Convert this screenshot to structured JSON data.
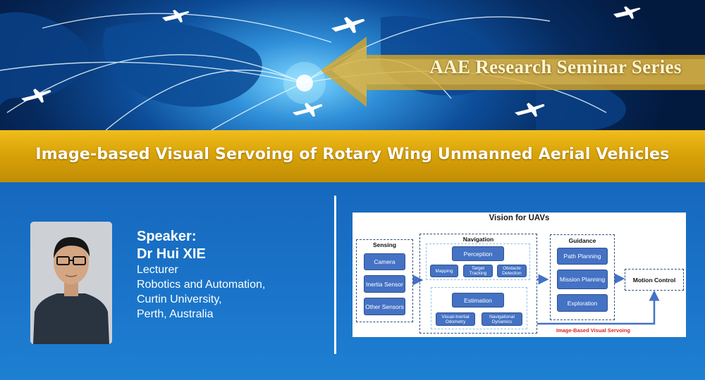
{
  "banner": {
    "series_title": "AAE Research Seminar Series",
    "colors": {
      "globe_glow": "#7fd8ff",
      "deep_blue": "#062a5e",
      "gold_arrow": "#d4a52a"
    }
  },
  "talk": {
    "title": "Image-based Visual Servoing of Rotary Wing Unmanned Aerial Vehicles",
    "band_color": "#d9a308"
  },
  "speaker": {
    "label": "Speaker:",
    "name": "Dr Hui XIE",
    "details": [
      "Lecturer",
      "Robotics and Automation,",
      "Curtin University,",
      "Perth, Australia"
    ]
  },
  "diagram": {
    "title": "Vision for UAVs",
    "sensing": {
      "label": "Sensing",
      "items": [
        "Camera",
        "Inertia Sensor",
        "Other Sensors"
      ]
    },
    "navigation": {
      "label": "Navigation",
      "perception": "Perception",
      "perception_items": [
        "Mapping",
        "Target Tracking",
        "Obstacle Detection"
      ],
      "estimation": "Estimation",
      "estimation_items": [
        "Visual-Inertial Odometry",
        "Navigational Dynamics"
      ]
    },
    "guidance": {
      "label": "Guidance",
      "items": [
        "Path Planning",
        "Mission Planning",
        "Exploration"
      ]
    },
    "motion_control": "Motion Control",
    "feedback_label": "Image-Based Visual Servoing",
    "colors": {
      "box_fill": "#4472c4",
      "box_border": "#2f528f",
      "feedback": "#e02020"
    }
  }
}
